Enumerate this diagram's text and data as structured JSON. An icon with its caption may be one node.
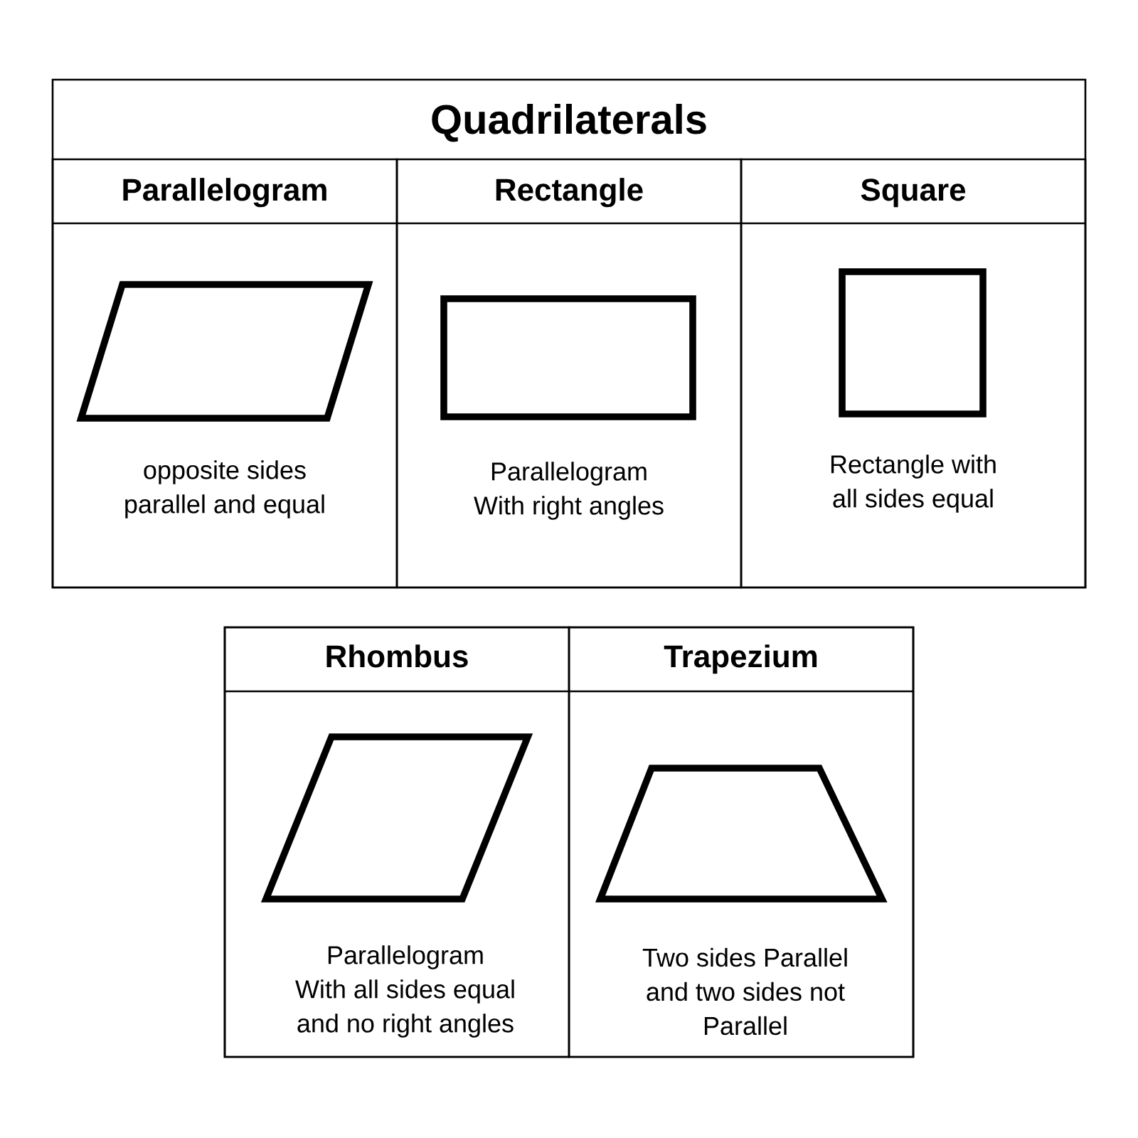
{
  "diagram": {
    "nodes": [
      {
        "text": [
          "Quadrilaterals"
        ]
      },
      {
        "text": [
          "Parallelogram",
          "opposite sides parallel and equal"
        ],
        "in": 0
      },
      {
        "text": [],
        "shape": "parallelogram",
        "in": 1
      },
      {
        "text": [
          "Rectangle",
          "Parallelogram With right angles"
        ],
        "in": 0
      },
      {
        "text": [],
        "shape": "rectangle",
        "in": 3
      },
      {
        "text": [
          "Square",
          "Rectangle with all sides equal"
        ],
        "in": 0
      },
      {
        "text": [],
        "shape": "square",
        "in": 5
      },
      {
        "text": [],
        "shape": "box"
      },
      {
        "text": [
          "Rhombus",
          "Parallelogram With all sides equal and no right angles"
        ],
        "in": 7
      },
      {
        "text": [],
        "shape": "rhombus",
        "in": 8
      },
      {
        "text": [
          "Trapezium",
          "Two sides Parallel and two sides not Parallel"
        ],
        "in": 7
      },
      {
        "text": [],
        "shape": "trapezium",
        "in": 10
      }
    ]
  }
}
